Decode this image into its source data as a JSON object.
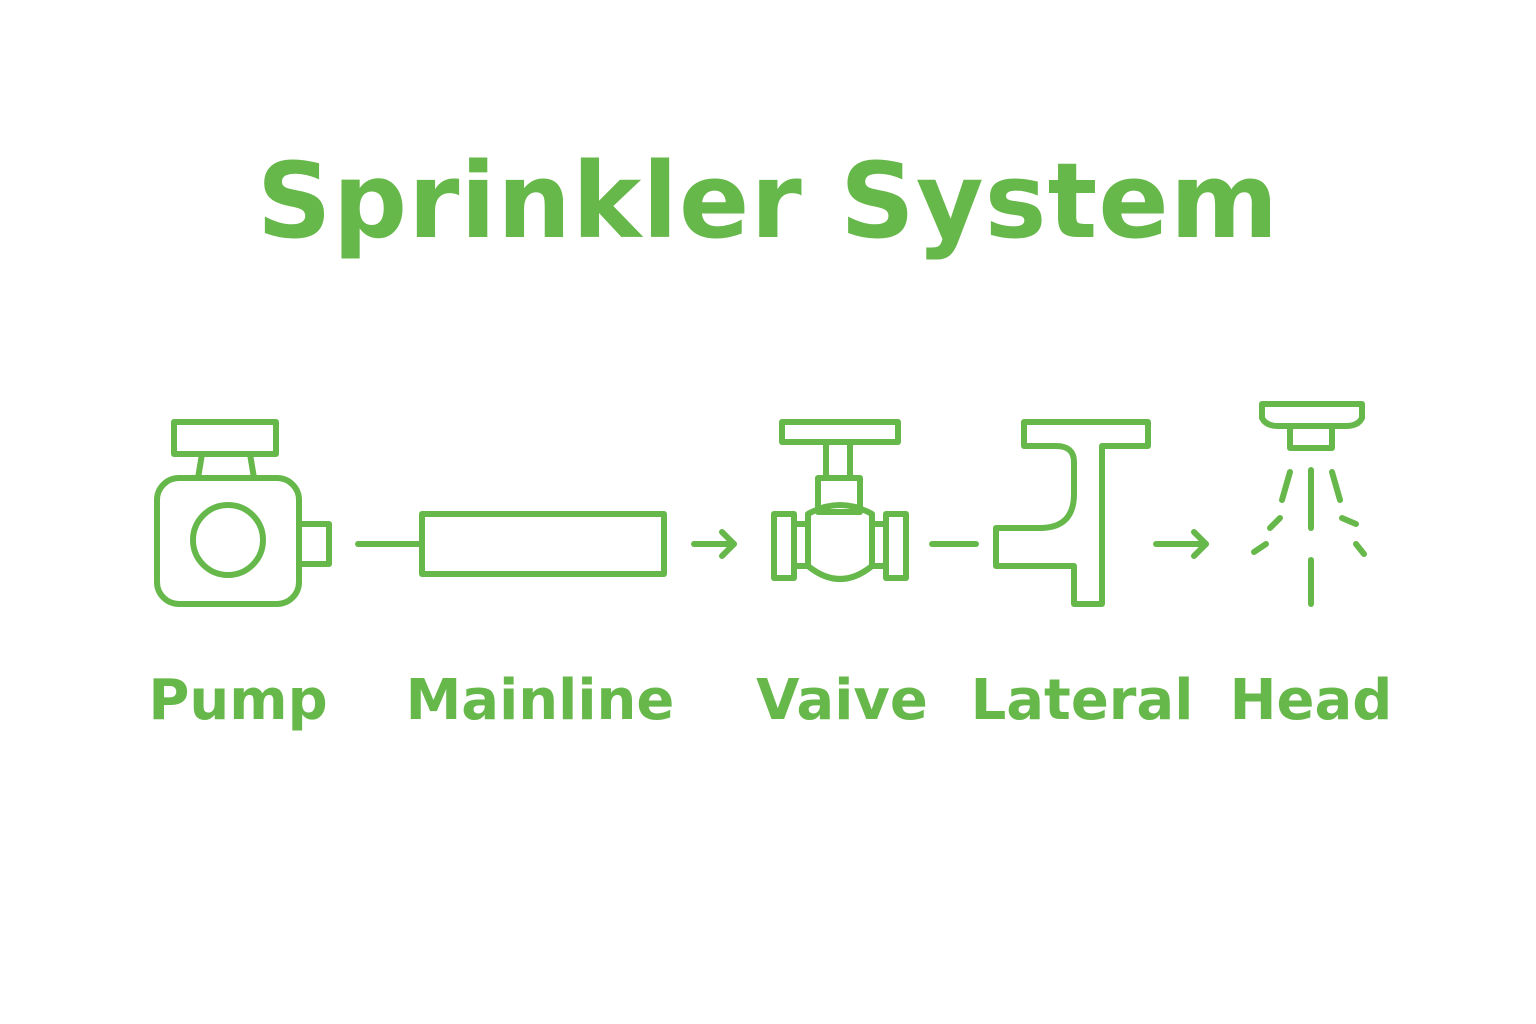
{
  "title": "Sprinkler System",
  "accent_color": "#67b84b",
  "components": [
    {
      "label": "Pump",
      "icon": "pump-icon"
    },
    {
      "label": "Mainline",
      "icon": "mainline-pipe-icon"
    },
    {
      "label": "Vaive",
      "icon": "valve-icon"
    },
    {
      "label": "Lateral",
      "icon": "lateral-pipe-icon"
    },
    {
      "label": "Head",
      "icon": "sprinkler-head-icon"
    }
  ],
  "connectors": [
    "line",
    "arrow",
    "line",
    "arrow"
  ]
}
